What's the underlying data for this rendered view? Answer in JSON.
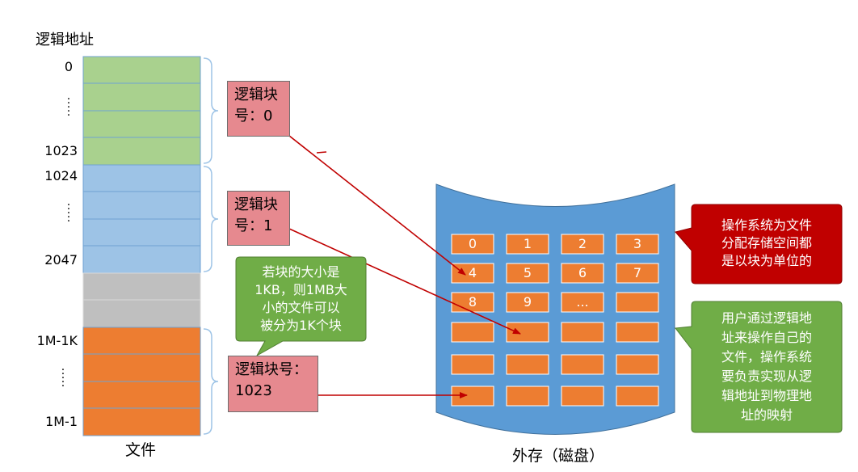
{
  "file_column": {
    "title": "逻辑地址",
    "caption": "文件",
    "address_labels": [
      "0",
      "1023",
      "1024",
      "2047",
      "1M-1K",
      "1M-1"
    ],
    "colors": {
      "block0": "#a9d18e",
      "block1": "#9dc3e6",
      "gap": "#bfbfbf",
      "last": "#ed7d31"
    }
  },
  "logical_blocks": [
    {
      "label": "逻辑块号：0"
    },
    {
      "label": "逻辑块号：1"
    },
    {
      "label": "逻辑块号：1023"
    }
  ],
  "disk": {
    "caption": "外存（磁盘）",
    "color": "#5b9bd5",
    "cell_color": "#ed7d31",
    "cells": [
      "0",
      "1",
      "2",
      "3",
      "4",
      "5",
      "6",
      "7",
      "8",
      "9",
      "...",
      "",
      "",
      "",
      "",
      "",
      "",
      "",
      "",
      "",
      "",
      "",
      "",
      ""
    ]
  },
  "callouts": {
    "block_size": "若块的大小是\n1KB，则1MB大\n小的文件可以\n被分为1K个块",
    "os_alloc": "操作系统为文件\n分配存储空间都\n是以块为单位的",
    "mapping": "用户通过逻辑地\n址来操作自己的\n文件，操作系统\n要负责实现从逻\n辑地址到物理地\n址的映射"
  }
}
